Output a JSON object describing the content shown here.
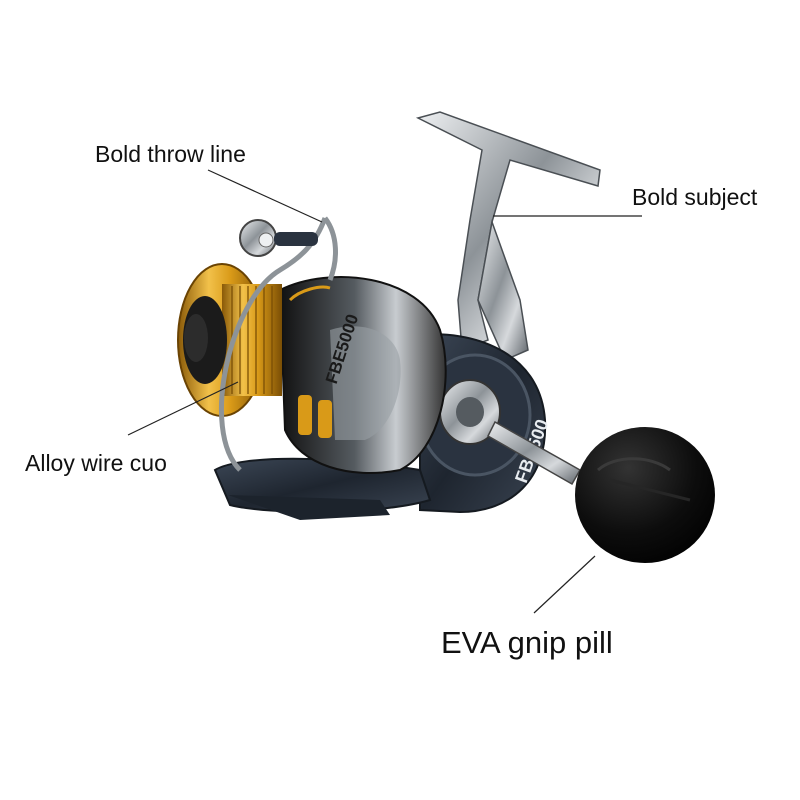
{
  "callouts": {
    "throw_line": "Bold throw line",
    "subject": "Bold subject",
    "alloy": "Alloy wire cuo",
    "eva": "EVA gnip pill"
  },
  "engraving": {
    "spool_model": "FBE5000",
    "body_model": "FBE500"
  },
  "colors": {
    "spool_gold": "#d9a21e",
    "body_dark": "#2a3340",
    "metal_silver": "#b8bcc0",
    "knob_black": "#0c0c0c",
    "leader_line": "#222222"
  }
}
